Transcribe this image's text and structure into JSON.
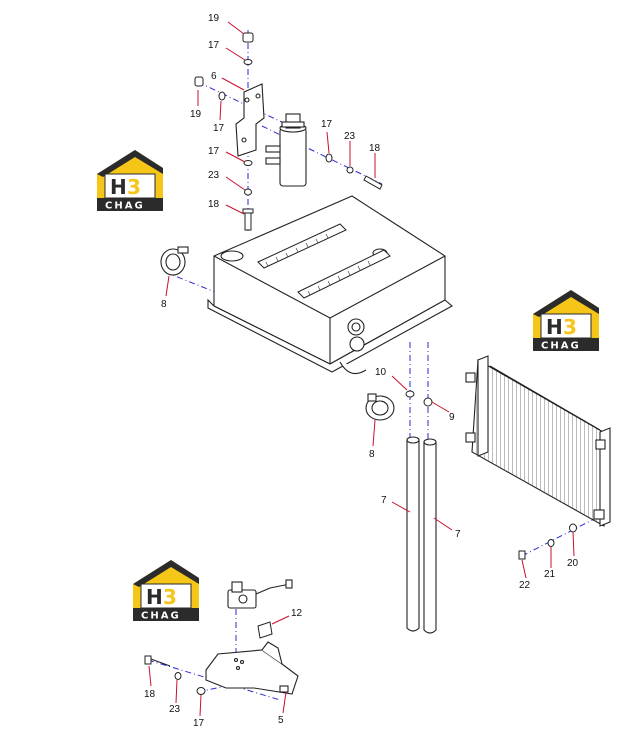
{
  "diagram": {
    "callouts": {
      "c19a": "19",
      "c17a": "17",
      "c6": "6",
      "c19b": "19",
      "c17b": "17",
      "c17c": "17",
      "c23a": "23",
      "c18a": "18",
      "c17d": "17",
      "c23b": "23",
      "c18b": "18",
      "c8a": "8",
      "c8b": "8",
      "c10": "10",
      "c9": "9",
      "c7a": "7",
      "c7b": "7",
      "c22": "22",
      "c21": "21",
      "c20": "20",
      "c12": "12",
      "c18c": "18",
      "c23c": "23",
      "c17e": "17",
      "c5": "5"
    },
    "logo": {
      "mark": "H3",
      "text": "CHAG",
      "colors": {
        "yellow": "#f5c518",
        "dark": "#2b2b2b"
      }
    },
    "colors": {
      "leader": "#c8102e",
      "centerline": "#2a2ad0",
      "line": "#222222"
    }
  }
}
